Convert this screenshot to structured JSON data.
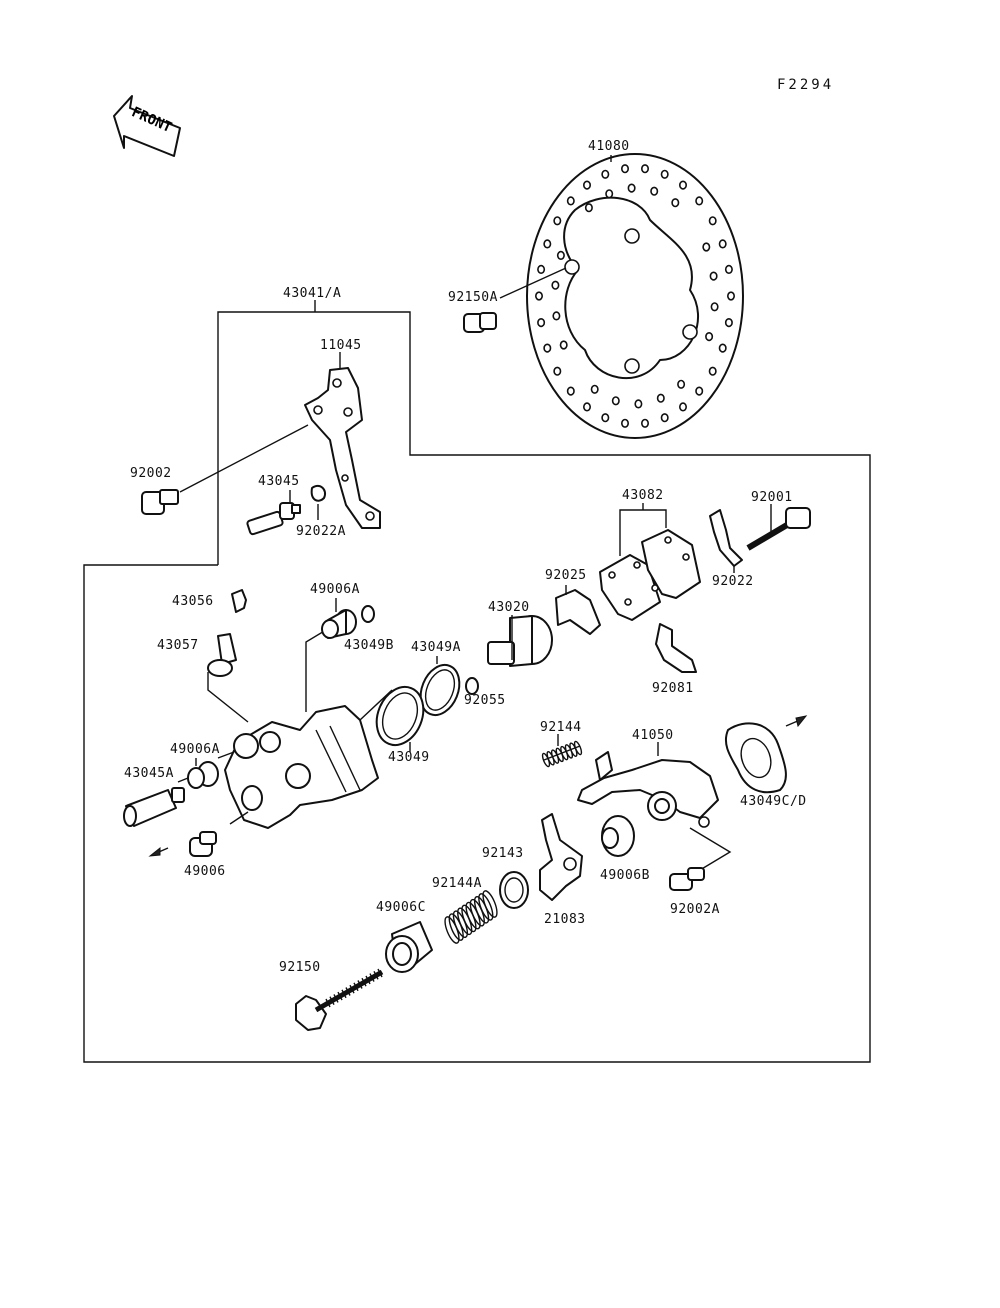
{
  "figure_code": "F2294",
  "front_arrow_text": "FRONT",
  "labels": {
    "p41080": "41080",
    "p92150A": "92150A",
    "p43041A": "43041/A",
    "p11045": "11045",
    "p92002": "92002",
    "p43045": "43045",
    "p92022A": "92022A",
    "p43082": "43082",
    "p92001": "92001",
    "p92022": "92022",
    "p92025": "92025",
    "p43020": "43020",
    "p92081": "92081",
    "p43056": "43056",
    "p49006A_top": "49006A",
    "p43049B": "43049B",
    "p43057": "43057",
    "p43049A": "43049A",
    "p92055": "92055",
    "p49006A": "49006A",
    "p43049": "43049",
    "p92144": "92144",
    "p41050": "41050",
    "p43045A": "43045A",
    "p43049CD": "43049C/D",
    "p49006": "49006",
    "p92143": "92143",
    "p49006B": "49006B",
    "p92144A": "92144A",
    "p21083": "21083",
    "p92002A": "92002A",
    "p49006C": "49006C",
    "p92150": "92150"
  },
  "colors": {
    "ink": "#111111",
    "paper": "#ffffff"
  }
}
